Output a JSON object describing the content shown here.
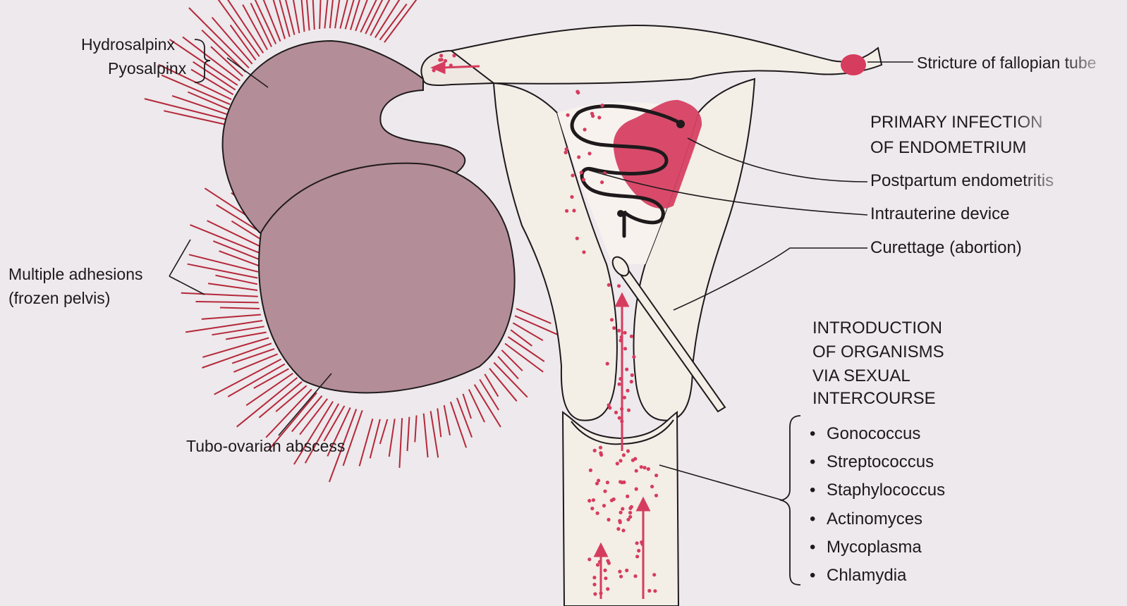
{
  "labels": {
    "hydrosalpinx": "Hydrosalpinx",
    "pyosalpinx": "Pyosalpinx",
    "stricture": "Stricture of fallopian tube",
    "primary_infection_line1": "PRIMARY INFECTION",
    "primary_infection_line2": "OF ENDOMETRIUM",
    "postpartum": "Postpartum endometritis",
    "iud": "Intrauterine device",
    "curettage": "Curettage (abortion)",
    "adhesions_line1": "Multiple adhesions",
    "adhesions_line2": "(frozen pelvis)",
    "tubo_ovarian": "Tubo-ovarian abscess",
    "intro_line1": "INTRODUCTION",
    "intro_line2": "OF ORGANISMS",
    "intro_line3": "VIA SEXUAL",
    "intro_line4": "INTERCOURSE"
  },
  "organisms": [
    "Gonococcus",
    "Streptococcus",
    "Staphylococcus",
    "Actinomyces",
    "Mycoplasma",
    "Chlamydia"
  ],
  "bullet_char": "•",
  "colors": {
    "background": "#ede9ec",
    "mass_fill": "#b38d97",
    "infection_red": "#d63c5e",
    "adhesion_red": "#b5283a",
    "tissue_fill": "#f3eee6",
    "outline": "#1e1a1c"
  }
}
